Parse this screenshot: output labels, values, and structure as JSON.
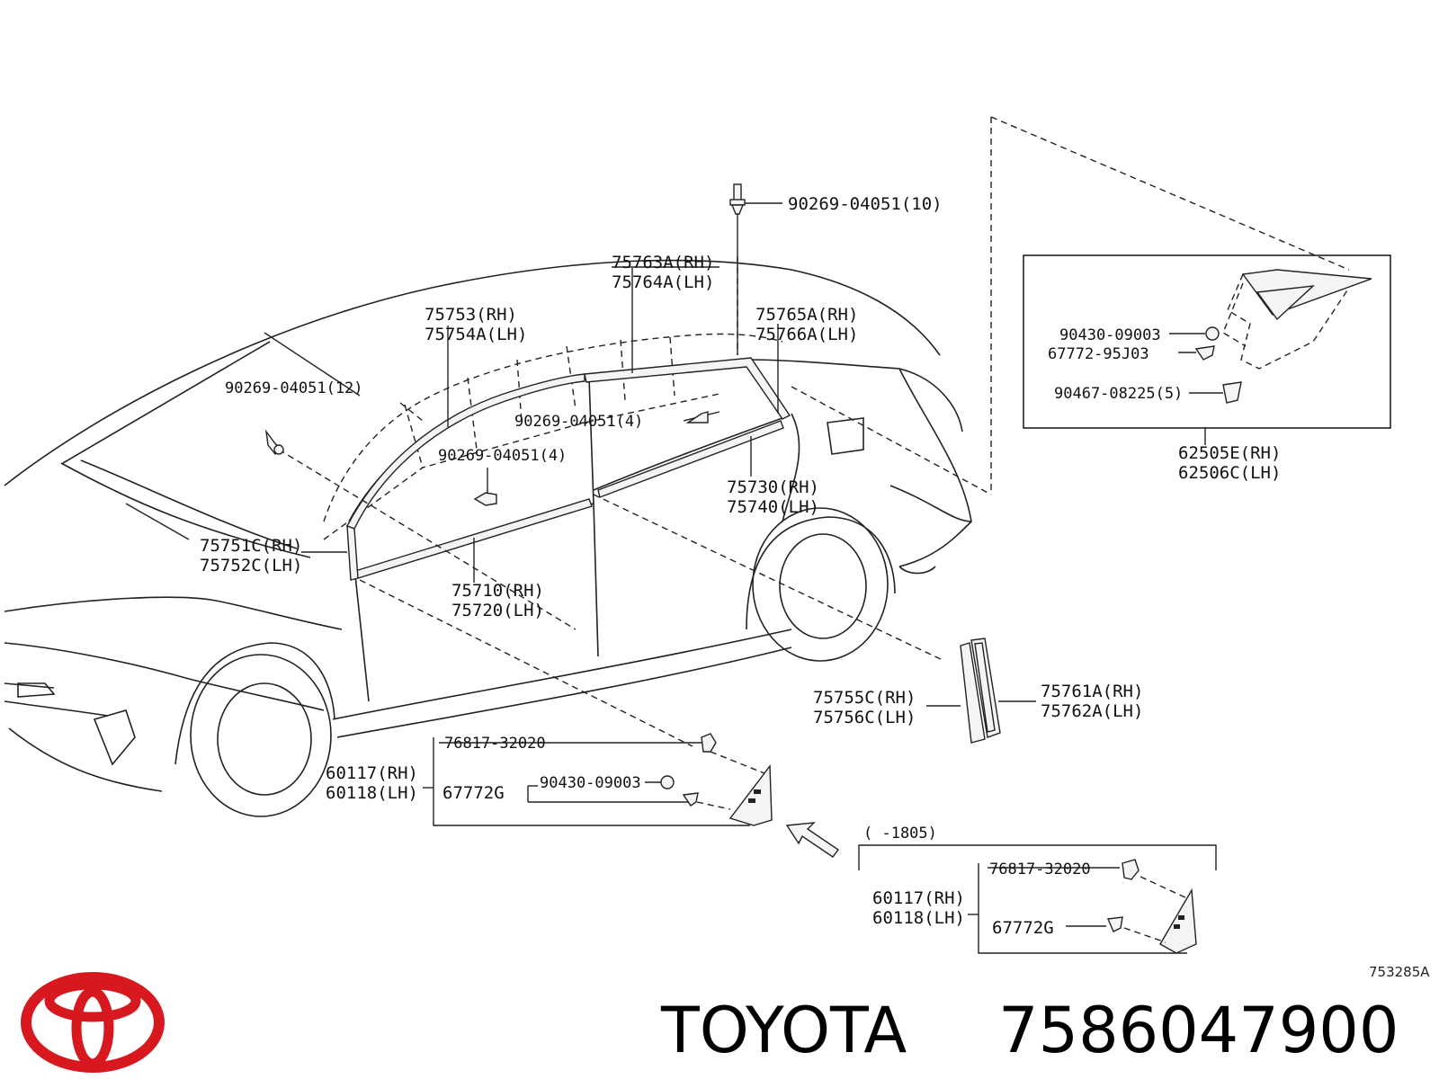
{
  "labels": {
    "bolt_top": "90269-04051(10)",
    "p75763A": "75763A(RH)",
    "p75764A": "75764A(LH)",
    "p75753": "75753(RH)",
    "p75754A": "75754A(LH)",
    "p75765A": "75765A(RH)",
    "p75766A": "75766A(LH)",
    "bolt_12": "90269-04051(12)",
    "bolt_4a": "90269-04051(4)",
    "bolt_4b": "90269-04051(4)",
    "p75730": "75730(RH)",
    "p75740": "75740(LH)",
    "p75751C": "75751C(RH)",
    "p75752C": "75752C(LH)",
    "p75710": "75710(RH)",
    "p75720": "75720(LH)",
    "inset_90430": "90430-09003",
    "inset_67772": "67772-95J03",
    "inset_90467": "90467-08225(5)",
    "p62505E": "62505E(RH)",
    "p62506C": "62506C(LH)",
    "p75755C": "75755C(RH)",
    "p75756C": "75756C(LH)",
    "p75761A": "75761A(RH)",
    "p75762A": "75762A(LH)",
    "clip_76817": "76817-32020",
    "p60117": "60117(RH)",
    "p60118": "60118(LH)",
    "p67772G": "67772G",
    "clip_90430": "90430-09003",
    "range_note": "(      -1805)",
    "clip_76817_b": "76817-32020",
    "p60117_b": "60117(RH)",
    "p60118_b": "60118(LH)",
    "p67772G_b": "67772G",
    "ref_code": "753285A"
  },
  "footer": {
    "brand": "TOYOTA",
    "part_number": "7586047900"
  },
  "colors": {
    "logo_red": "#d7191f",
    "line": "#222222"
  }
}
